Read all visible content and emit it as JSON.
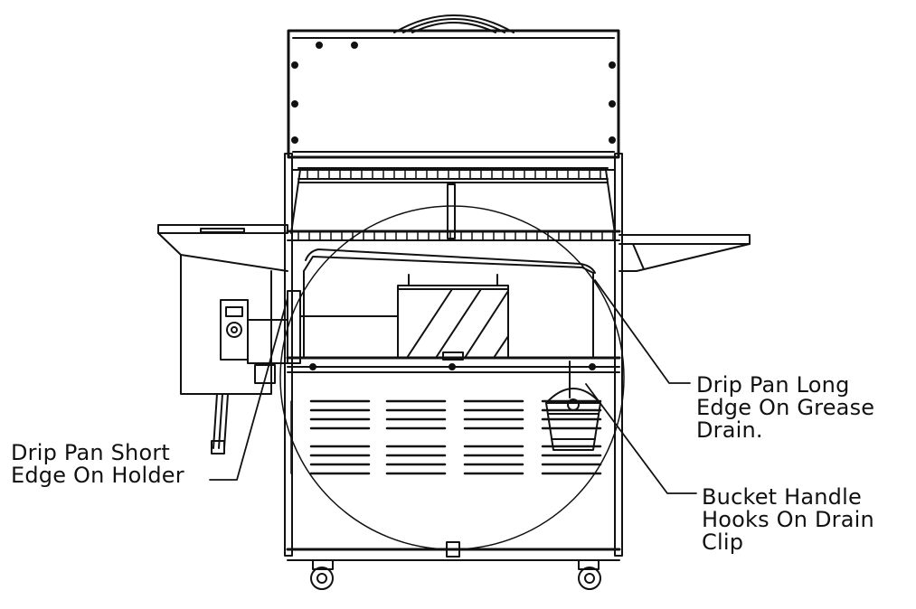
{
  "callouts": {
    "drip_pan_short_edge": "Drip Pan Short\nEdge On Holder",
    "drip_pan_long_edge": "Drip Pan Long\nEdge On Grease\nDrain.",
    "bucket_handle": "Bucket Handle\nHooks On Drain\nClip"
  }
}
